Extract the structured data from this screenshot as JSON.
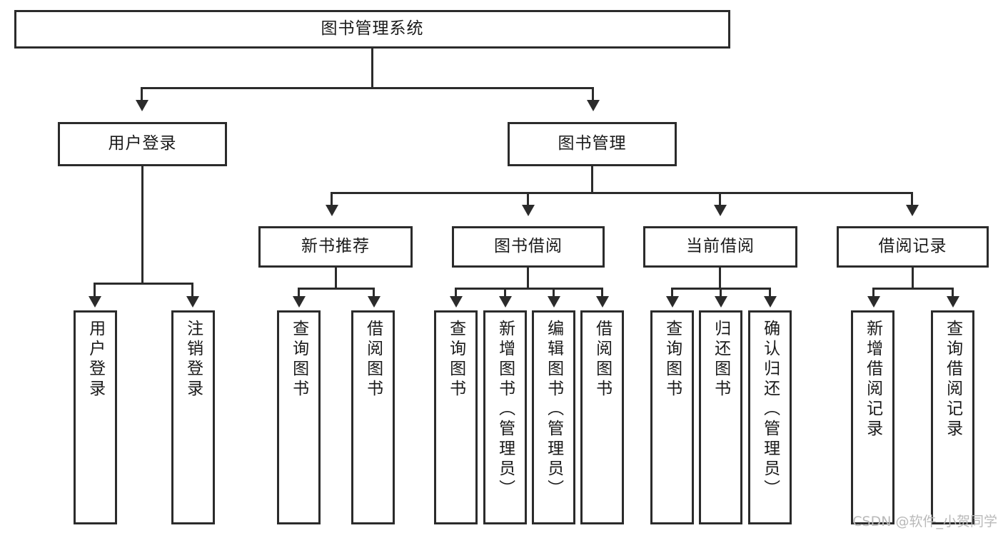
{
  "diagram": {
    "title": "图书管理系统",
    "type": "tree-hierarchy-diagram",
    "watermark": "CSDN @软件_小贺同学",
    "colors": {
      "stroke": "#2b2b2b",
      "fill": "#ffffff",
      "text": "#1a1a1a",
      "watermark": "#b9b9b9"
    },
    "root": {
      "label": "图书管理系统"
    },
    "level2": [
      {
        "label": "用户登录"
      },
      {
        "label": "图书管理"
      }
    ],
    "level3": [
      {
        "label": "新书推荐"
      },
      {
        "label": "图书借阅"
      },
      {
        "label": "当前借阅"
      },
      {
        "label": "借阅记录"
      }
    ],
    "leaves": {
      "user_login": [
        {
          "label": "用户登录"
        },
        {
          "label": "注销登录"
        }
      ],
      "new_book_recommend": [
        {
          "label": "查询图书"
        },
        {
          "label": "借阅图书"
        }
      ],
      "book_borrow": [
        {
          "label": "查询图书"
        },
        {
          "label": "新增图书（管理员）"
        },
        {
          "label": "编辑图书（管理员）"
        },
        {
          "label": "借阅图书"
        }
      ],
      "current_borrow": [
        {
          "label": "查询图书"
        },
        {
          "label": "归还图书"
        },
        {
          "label": "确认归还（管理员）"
        }
      ],
      "borrow_records": [
        {
          "label": "新增借阅记录"
        },
        {
          "label": "查询借阅记录"
        }
      ]
    }
  }
}
